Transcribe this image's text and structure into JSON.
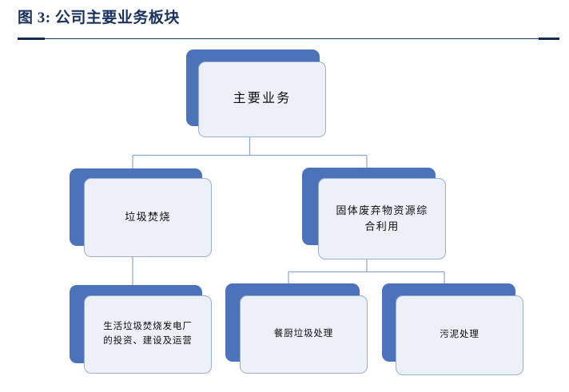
{
  "figure": {
    "title": "图 3: 公司主要业务板块",
    "accent_color": "#1B3260",
    "rule_color": "#17355F"
  },
  "palette": {
    "node_shadow_blue": "#4C73B9",
    "node_face_fill": "#ECF0F7",
    "node_face_border": "#9BAFD0",
    "connector_line": "#8FA6CC",
    "node_text": "#0C0C0C"
  },
  "diagram": {
    "type": "org-chart",
    "orientation": "top-down",
    "nodes": [
      {
        "id": "root",
        "label": "主要业务",
        "level": 1,
        "parent": null
      },
      {
        "id": "waste-incineration",
        "label": "垃圾焚烧",
        "level": 2,
        "parent": "root"
      },
      {
        "id": "solid-waste-resource",
        "label": "固体废弃物资源综\n合利用",
        "level": 2,
        "parent": "root"
      },
      {
        "id": "wte-plant-ibo",
        "label": "生活垃圾焚烧发电厂\n的投资、建设及运营",
        "level": 3,
        "parent": "waste-incineration"
      },
      {
        "id": "kitchen-waste",
        "label": "餐厨垃圾处理",
        "level": 3,
        "parent": "solid-waste-resource"
      },
      {
        "id": "sludge-treatment",
        "label": "污泥处理",
        "level": 3,
        "parent": "solid-waste-resource"
      }
    ]
  }
}
